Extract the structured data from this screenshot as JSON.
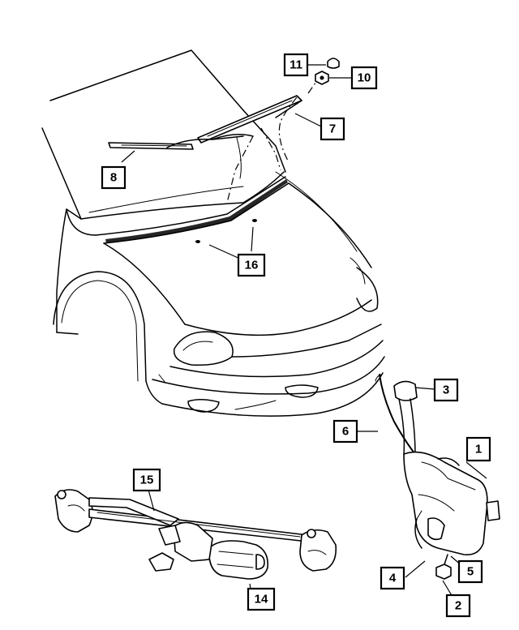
{
  "callouts": [
    {
      "id": "c1",
      "label": "1"
    },
    {
      "id": "c2",
      "label": "2"
    },
    {
      "id": "c3",
      "label": "3"
    },
    {
      "id": "c4",
      "label": "4"
    },
    {
      "id": "c5",
      "label": "5"
    },
    {
      "id": "c6",
      "label": "6"
    },
    {
      "id": "c7",
      "label": "7"
    },
    {
      "id": "c8",
      "label": "8"
    },
    {
      "id": "c10",
      "label": "10"
    },
    {
      "id": "c11",
      "label": "11"
    },
    {
      "id": "c14",
      "label": "14"
    },
    {
      "id": "c15",
      "label": "15"
    },
    {
      "id": "c16",
      "label": "16"
    }
  ],
  "colors": {
    "line": "#000000",
    "background": "#ffffff"
  }
}
